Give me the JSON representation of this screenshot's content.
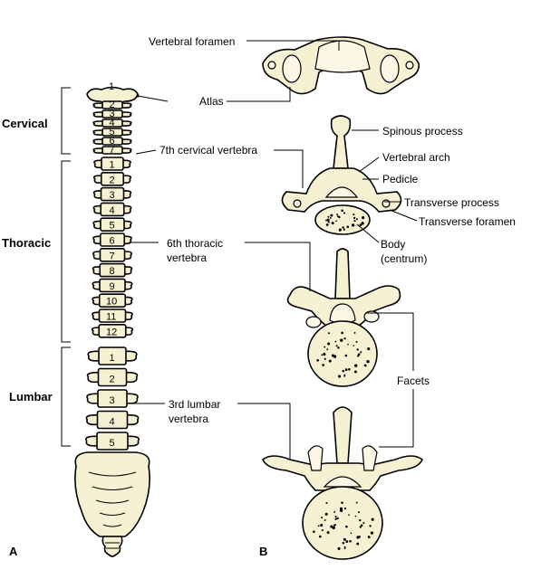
{
  "panels": {
    "a": "A",
    "b": "B"
  },
  "regions": {
    "cervical": "Cervical",
    "thoracic": "Thoracic",
    "lumbar": "Lumbar"
  },
  "vertebra_numbers": {
    "cervical": [
      "1",
      "2",
      "3",
      "4",
      "5",
      "6",
      "7"
    ],
    "thoracic": [
      "1",
      "2",
      "3",
      "4",
      "5",
      "6",
      "7",
      "8",
      "9",
      "10",
      "11",
      "12"
    ],
    "lumbar": [
      "1",
      "2",
      "3",
      "4",
      "5"
    ]
  },
  "labels": {
    "vertebral_foramen": "Vertebral foramen",
    "atlas": "Atlas",
    "seventh_cervical": "7th cervical vertebra",
    "spinous_process": "Spinous process",
    "vertebral_arch": "Vertebral arch",
    "pedicle": "Pedicle",
    "transverse_process": "Transverse process",
    "transverse_foramen": "Transverse foramen",
    "body_line1": "Body",
    "body_line2": "(centrum)",
    "sixth_thoracic_line1": "6th thoracic",
    "sixth_thoracic_line2": "vertebra",
    "facets": "Facets",
    "third_lumbar_line1": "3rd lumbar",
    "third_lumbar_line2": "vertebra"
  },
  "colors": {
    "bone": "#f7f1d3",
    "outline": "#000000"
  }
}
